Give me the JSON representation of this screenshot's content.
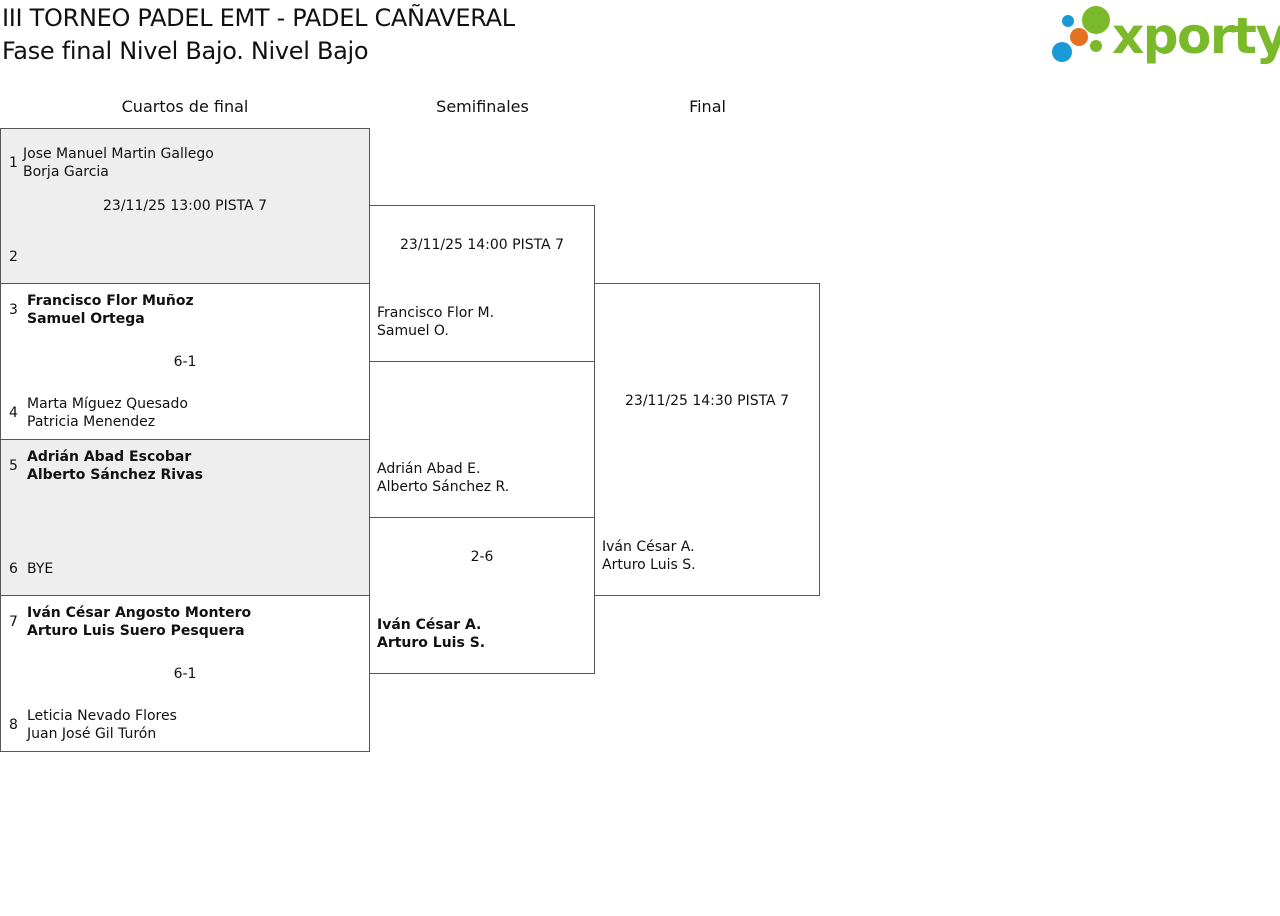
{
  "header": {
    "title": "III TORNEO PADEL EMT - PADEL CAÑAVERAL",
    "subtitle": "Fase final Nivel Bajo. Nivel Bajo"
  },
  "logo": {
    "text": "xporty",
    "colors": {
      "green": "#7ab929",
      "blue": "#1a9ad6",
      "orange": "#e3731f"
    }
  },
  "rounds": {
    "quarterfinals": "Cuartos de final",
    "semifinals": "Semifinales",
    "final": "Final"
  },
  "quarterfinals": [
    {
      "info": "23/11/25 13:00 PISTA 7",
      "top": {
        "seed": "1",
        "player1": "Jose Manuel Martin Gallego",
        "player2": "Borja Garcia"
      },
      "bottom": {
        "seed": "2",
        "player1": "",
        "player2": ""
      }
    },
    {
      "info": "6-1",
      "top": {
        "seed": "3",
        "player1": "Francisco Flor Muñoz",
        "player2": "Samuel Ortega"
      },
      "bottom": {
        "seed": "4",
        "player1": "Marta Míguez Quesado",
        "player2": "Patricia Menendez"
      }
    },
    {
      "info": "",
      "top": {
        "seed": "5",
        "player1": "Adrián Abad Escobar",
        "player2": "Alberto Sánchez Rivas"
      },
      "bottom": {
        "seed": "6",
        "player1": "BYE",
        "player2": ""
      }
    },
    {
      "info": "6-1",
      "top": {
        "seed": "7",
        "player1": "Iván César Angosto Montero",
        "player2": "Arturo Luis Suero Pesquera"
      },
      "bottom": {
        "seed": "8",
        "player1": "Leticia Nevado Flores",
        "player2": "Juan José Gil Turón"
      }
    }
  ],
  "semifinals": [
    {
      "info": "23/11/25 14:00 PISTA 7",
      "top": {
        "player1": "",
        "player2": ""
      },
      "bottom": {
        "player1": "Francisco Flor M.",
        "player2": "Samuel O."
      }
    },
    {
      "info": "2-6",
      "top": {
        "player1": "Adrián Abad E.",
        "player2": "Alberto Sánchez R."
      },
      "bottom": {
        "player1": "Iván César A.",
        "player2": "Arturo Luis S."
      }
    }
  ],
  "final": {
    "info": "23/11/25 14:30 PISTA 7",
    "top": {
      "player1": "",
      "player2": ""
    },
    "bottom": {
      "player1": "Iván César A.",
      "player2": "Arturo Luis S."
    }
  }
}
